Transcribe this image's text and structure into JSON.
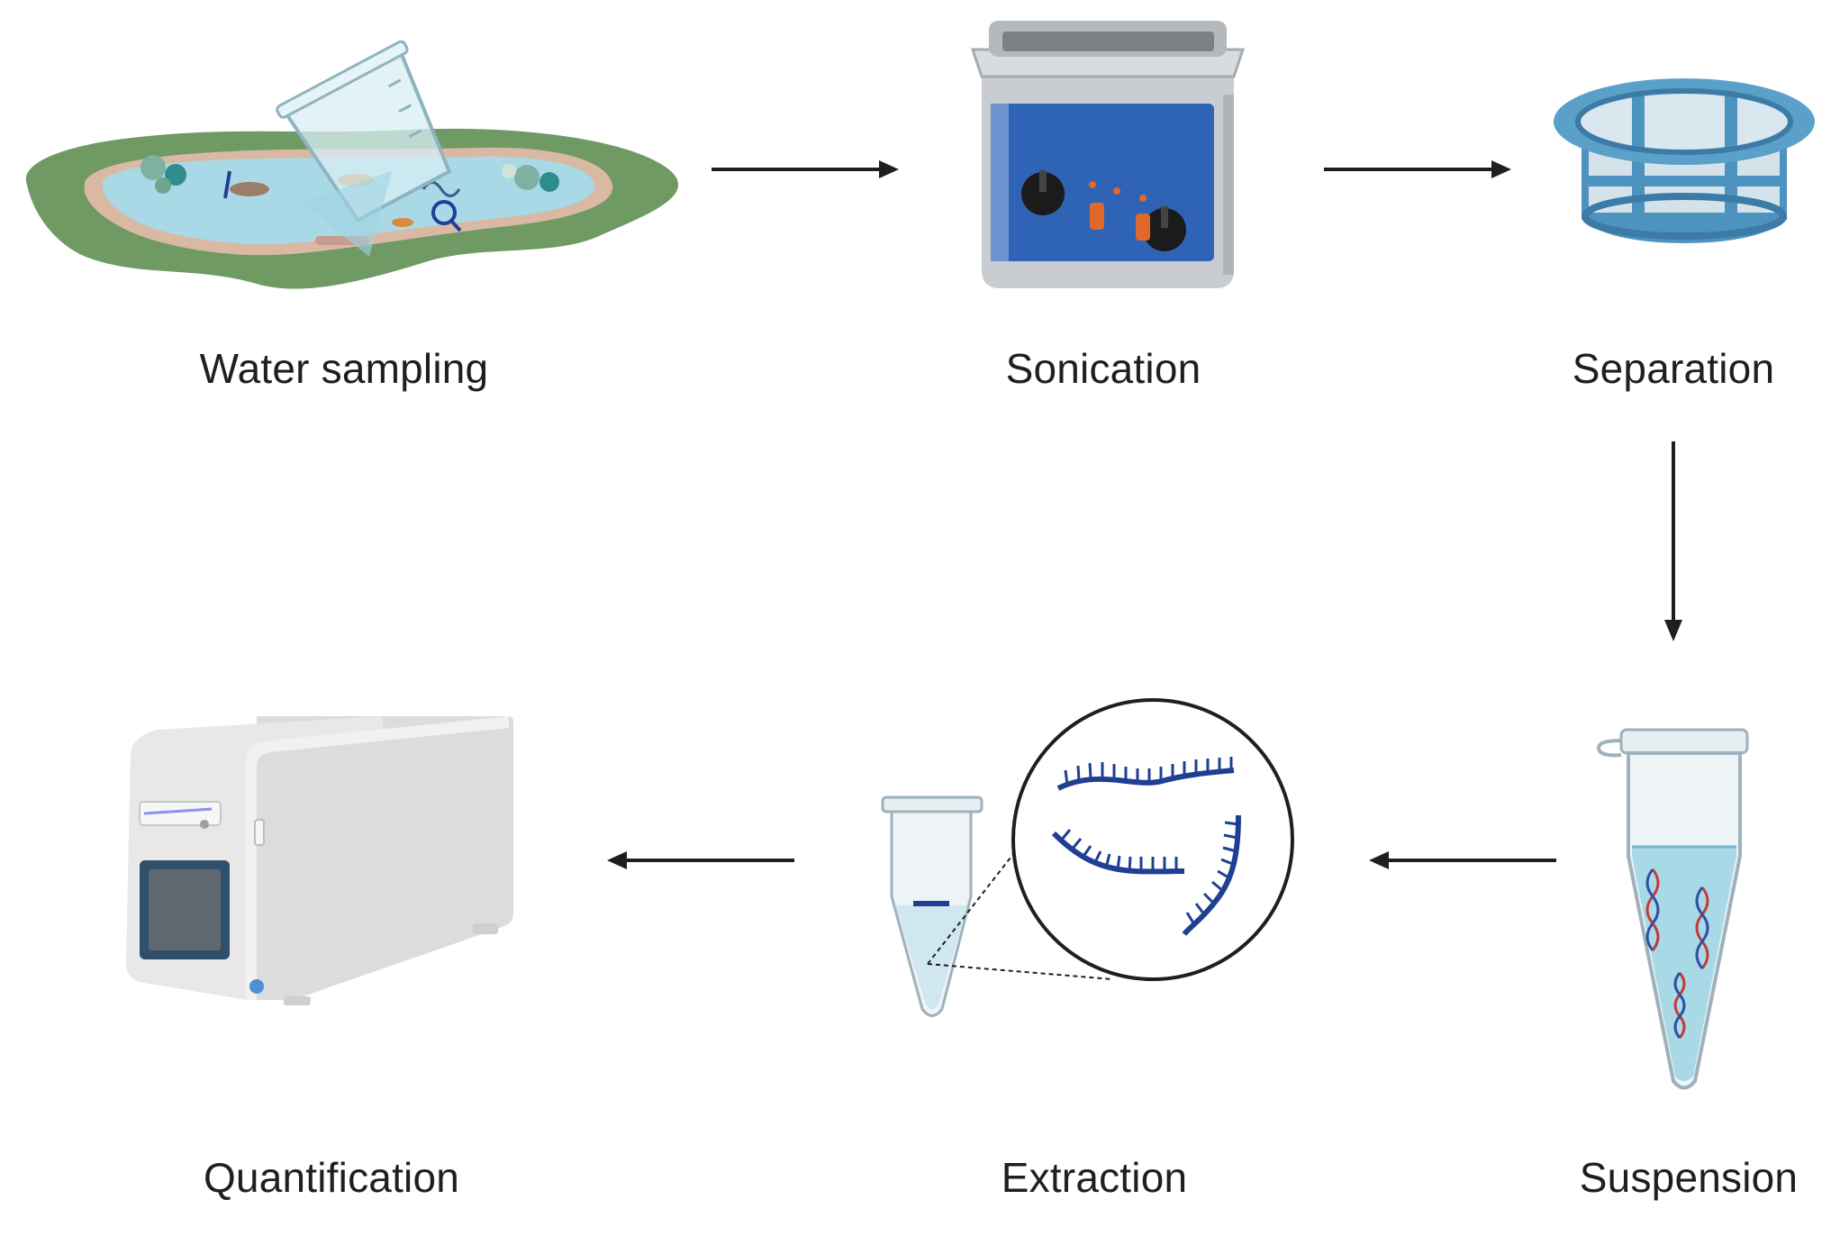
{
  "steps": {
    "water_sampling": "Water sampling",
    "sonication": "Sonication",
    "separation": "Separation",
    "suspension": "Suspension",
    "extraction": "Extraction",
    "quantification": "Quantification"
  },
  "colors": {
    "arrow": "#1f1f1f",
    "grass": "#6f9a64",
    "water": "#a9d9e6",
    "sand": "#d9b9a3",
    "sonicator_blue": "#2e63b6",
    "steel": "#c9ccd0",
    "sieve_blue": "#4d93bf",
    "dna_blue": "#1f3f93",
    "instrument_gray": "#dcdcdc"
  }
}
